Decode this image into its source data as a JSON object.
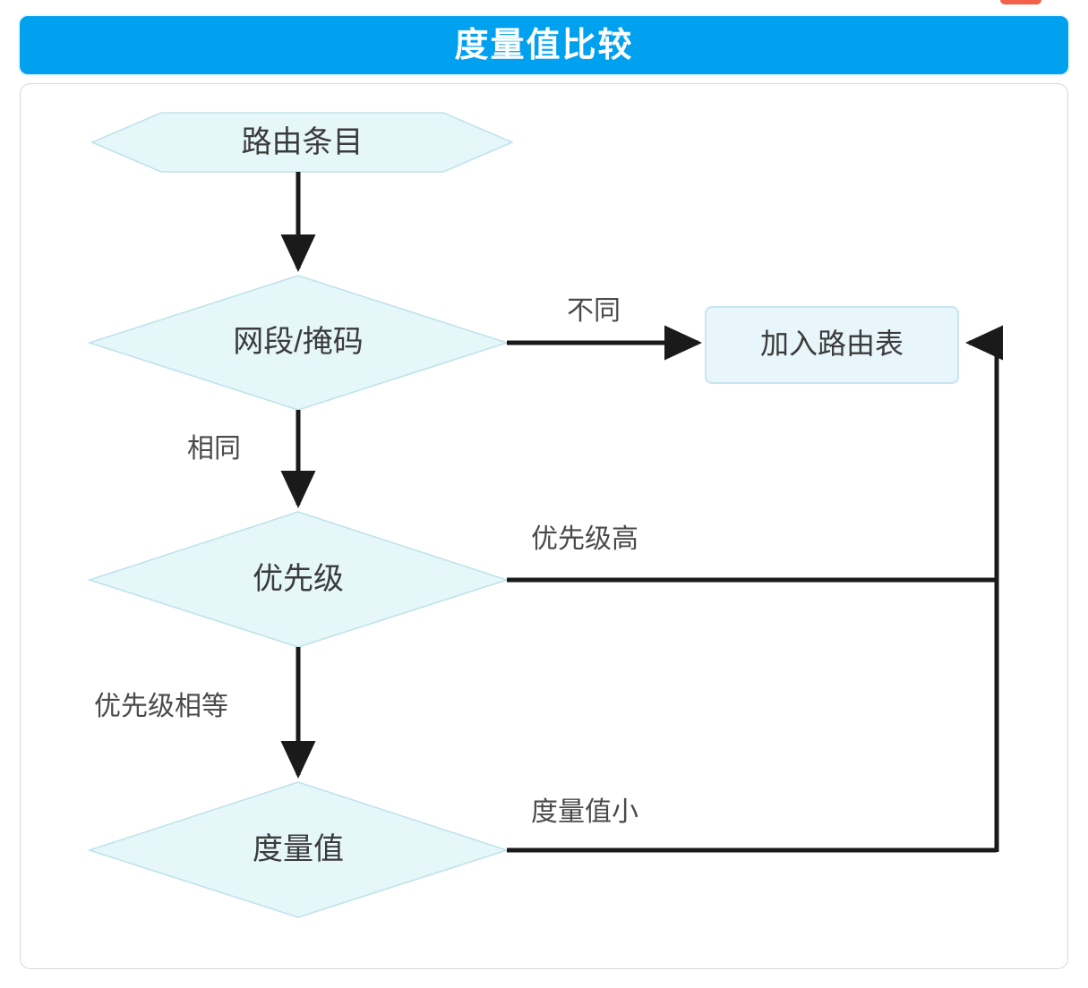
{
  "header": {
    "title": "度量值比较",
    "bg_color": "#02a1f0",
    "text_color": "#ffffff"
  },
  "colors": {
    "node_fill": "#e6f7fa",
    "node_stroke": "#bfe3ea",
    "box_fill": "#e8f6fb",
    "box_stroke": "#c6e5f0",
    "edge": "#1a1a1a",
    "card_border": "#d8d8d8",
    "accent_red": "#f4614a"
  },
  "flowchart": {
    "type": "flowchart",
    "title": "度量值比较",
    "nodes": [
      {
        "id": "start",
        "shape": "hexagon",
        "label": "路由条目"
      },
      {
        "id": "netmask",
        "shape": "diamond",
        "label": "网段/掩码"
      },
      {
        "id": "addroute",
        "shape": "rounded-rectangle",
        "label": "加入路由表"
      },
      {
        "id": "priority",
        "shape": "diamond",
        "label": "优先级"
      },
      {
        "id": "metric",
        "shape": "diamond",
        "label": "度量值"
      }
    ],
    "edges": [
      {
        "from": "start",
        "to": "netmask",
        "label": "",
        "arrow": true
      },
      {
        "from": "netmask",
        "to": "addroute",
        "label": "不同",
        "arrow": true
      },
      {
        "from": "netmask",
        "to": "priority",
        "label": "相同",
        "arrow": true
      },
      {
        "from": "priority",
        "to": "addroute",
        "label": "优先级高",
        "arrow": true
      },
      {
        "from": "priority",
        "to": "metric",
        "label": "优先级相等",
        "arrow": true
      },
      {
        "from": "metric",
        "to": "addroute",
        "label": "度量值小",
        "arrow": true
      }
    ],
    "edge_labels": {
      "different": "不同",
      "same": "相同",
      "higher_priority": "优先级高",
      "equal_priority": "优先级相等",
      "smaller_metric": "度量值小"
    }
  }
}
